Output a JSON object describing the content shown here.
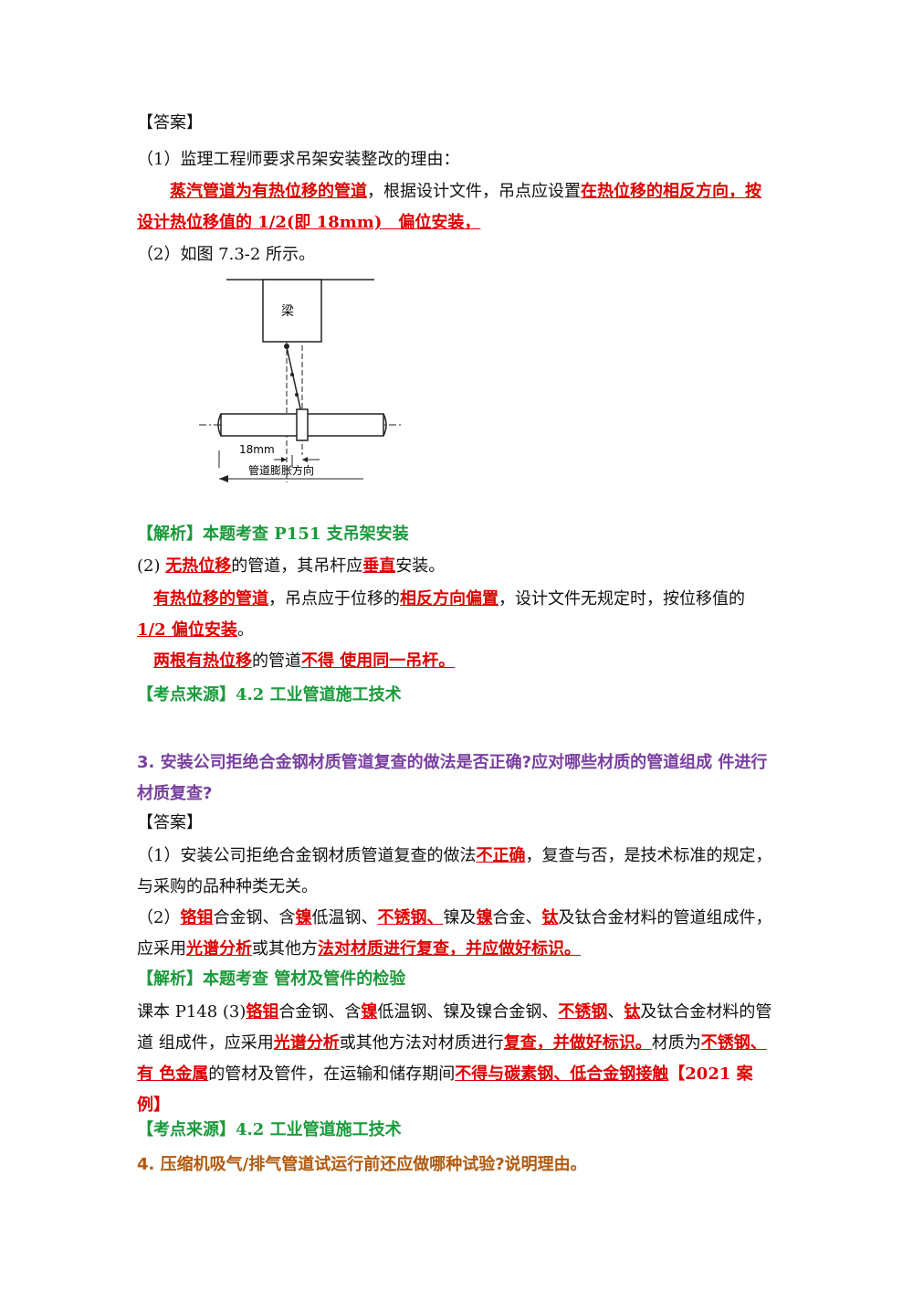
{
  "a1": {
    "answer_label": "【答案】",
    "item1": "（1）监理工程师要求吊架安装整改的理由：",
    "reason_r1": "蒸汽管道为有热位移的管道",
    "reason_t1": "，根据设计文件，吊点应设置",
    "reason_r2": "在热位移的相反方向，按设计热位移值的 1/2(即 18mm)　偏位安装，",
    "item2": "（2）如图 7.3-2 所示。"
  },
  "figure": {
    "beam_label": "梁",
    "dim_label": "18mm",
    "arrow_label": "管道膨胀方向"
  },
  "analysis1": {
    "title": "【解析】本题考查 P151 支吊架安装",
    "l1_a": "(2) ",
    "l1_r1": "无热位移",
    "l1_b": "的管道，其吊杆应",
    "l1_r2": "垂直",
    "l1_c": "安装。",
    "l2_r1": "有热位移的管道",
    "l2_a": "，吊点应于位移的",
    "l2_r2": "相反方向偏置",
    "l2_b": "，设计文件无规定时，按位移值的 ",
    "l2_r3": "1/2 偏位安装",
    "l2_c": "。",
    "l3_r1": "两根有热位移",
    "l3_a": "的管道",
    "l3_r2": "不得 使用同一吊杆。",
    "source": "【考点来源】4.2 工业管道施工技术"
  },
  "q3": {
    "question": "3. 安装公司拒绝合金钢材质管道复查的做法是否正确?应对哪些材质的管道组成 件进行材质复查?",
    "answer_label": "【答案】",
    "a1_a": "（1）安装公司拒绝合金钢材质管道复查的做法",
    "a1_r": "不正确",
    "a1_b": "，复查与否，是技术标准的规定，与采购的品种种类无关。",
    "a2_a": "（2）",
    "a2_r1": "铬钼",
    "a2_b": "合金钢、含",
    "a2_r2": "镍",
    "a2_c": "低温钢、",
    "a2_r3": "不锈钢、",
    "a2_d": "镍及",
    "a2_r4": "镍",
    "a2_e": "合金、",
    "a2_r5": "钛",
    "a2_f": "及钛合金材料的管道组成件，应采用",
    "a2_r6": "光谱分析",
    "a2_g": "或其他方",
    "a2_r7": "法对材质进行复查，并应做好标识。",
    "analysis_title": "【解析】本题考查 管材及管件的检验",
    "b_a": "课本 P148 (3)",
    "b_r1": "铬钼",
    "b_b": "合金钢、含",
    "b_r2": "镍",
    "b_c": "低温钢、镍及镍合金钢、",
    "b_r3": "不锈钢",
    "b_d": "、",
    "b_r4": "钛",
    "b_e": "及钛合金材料的管道 组成件，应采用",
    "b_r5": "光谱分析",
    "b_f": "或其他方法对材质进行",
    "b_r6": "复查，并做好标识。",
    "b_g": "材质为",
    "b_r7": "不锈钢、有 色金属",
    "b_h": "的管材及管件，在运输和储存期间",
    "b_r8": "不得与碳素钢、低合金钢接触",
    "b_r9": "【2021 案例】",
    "source": "【考点来源】4.2 工业管道施工技术"
  },
  "q4": {
    "question": "4. 压缩机吸气/排气管道试运行前还应做哪种试验?说明理由。"
  }
}
